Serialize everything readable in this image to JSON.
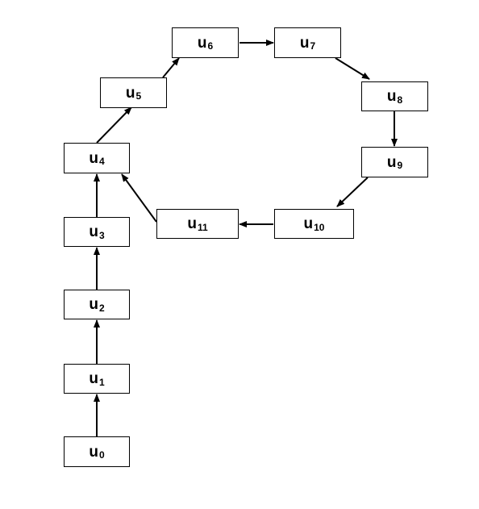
{
  "diagram": {
    "nodes": [
      {
        "id": "u0",
        "base": "u",
        "sub": "0"
      },
      {
        "id": "u1",
        "base": "u",
        "sub": "1"
      },
      {
        "id": "u2",
        "base": "u",
        "sub": "2"
      },
      {
        "id": "u3",
        "base": "u",
        "sub": "3"
      },
      {
        "id": "u4",
        "base": "u",
        "sub": "4"
      },
      {
        "id": "u5",
        "base": "u",
        "sub": "5"
      },
      {
        "id": "u6",
        "base": "u",
        "sub": "6"
      },
      {
        "id": "u7",
        "base": "u",
        "sub": "7"
      },
      {
        "id": "u8",
        "base": "u",
        "sub": "8"
      },
      {
        "id": "u9",
        "base": "u",
        "sub": "9"
      },
      {
        "id": "u10",
        "base": "u",
        "sub": "10"
      },
      {
        "id": "u11",
        "base": "u",
        "sub": "11"
      }
    ],
    "edges": [
      {
        "from": "u0",
        "to": "u1"
      },
      {
        "from": "u1",
        "to": "u2"
      },
      {
        "from": "u2",
        "to": "u3"
      },
      {
        "from": "u3",
        "to": "u4"
      },
      {
        "from": "u4",
        "to": "u5"
      },
      {
        "from": "u5",
        "to": "u6"
      },
      {
        "from": "u6",
        "to": "u7"
      },
      {
        "from": "u7",
        "to": "u8"
      },
      {
        "from": "u8",
        "to": "u9"
      },
      {
        "from": "u9",
        "to": "u10"
      },
      {
        "from": "u10",
        "to": "u11"
      },
      {
        "from": "u11",
        "to": "u4"
      }
    ],
    "colors": {
      "stroke": "#000000",
      "fill": "#ffffff",
      "text": "#000000"
    }
  }
}
